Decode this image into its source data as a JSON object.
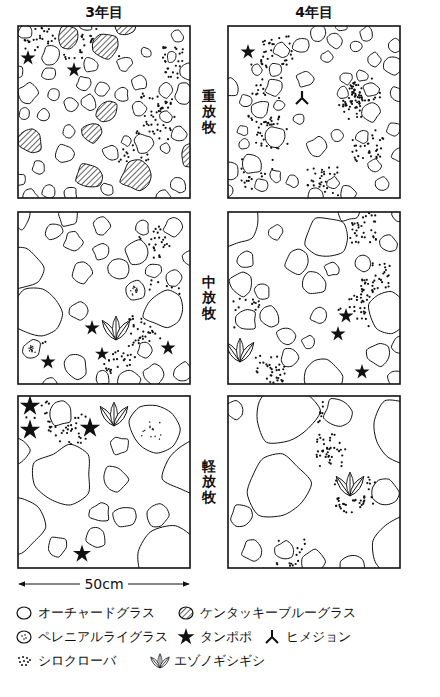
{
  "diagram": {
    "labels": [
      "3年目",
      "4年目",
      "重放牧",
      "中放牧",
      "軽放牧",
      "50cm"
    ],
    "legend": [
      {
        "text": "オーチャードグラス"
      },
      {
        "text": "ケンタッキーブルーグラス"
      },
      {
        "text": "ペレニアルライグラス"
      },
      {
        "text": "タンポポ"
      },
      {
        "text": "ヒメジョン"
      },
      {
        "text": "シロクローバ"
      },
      {
        "text": "エゾノギシギシ"
      }
    ]
  }
}
